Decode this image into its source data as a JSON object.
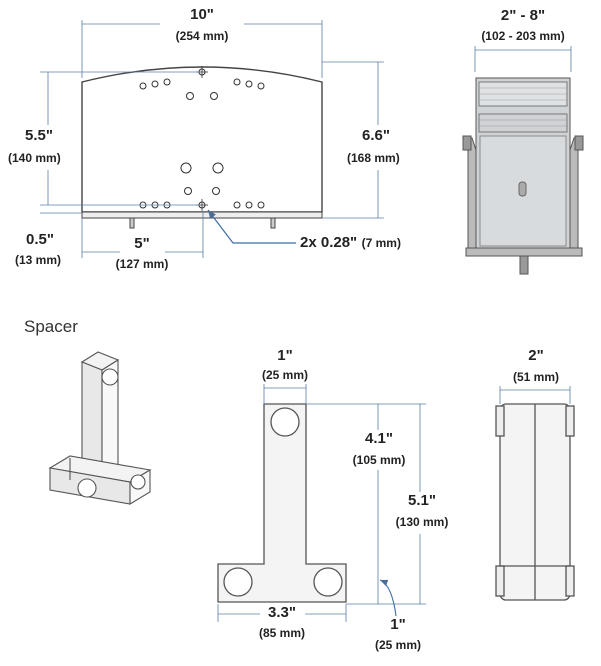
{
  "top_left": {
    "width_in": "10\"",
    "width_mm": "(254 mm)",
    "height_in": "5.5\"",
    "height_mm": "(140 mm)",
    "full_height_in": "6.6\"",
    "full_height_mm": "(168 mm)",
    "foot_in": "0.5\"",
    "foot_mm": "(13 mm)",
    "hole_spacing_in": "5\"",
    "hole_spacing_mm": "(127 mm)",
    "hole_size": "2x 0.28\"",
    "hole_size_mm": "(7 mm)"
  },
  "top_right": {
    "range_in": "2\" - 8\"",
    "range_mm": "(102 - 203 mm)"
  },
  "spacer": {
    "title": "Spacer",
    "top_width_in": "1\"",
    "top_width_mm": "(25 mm)",
    "upper_height_in": "4.1\"",
    "upper_height_mm": "(105 mm)",
    "total_height_in": "5.1\"",
    "total_height_mm": "(130 mm)",
    "base_width_in": "3.3\"",
    "base_width_mm": "(85 mm)",
    "base_height_in": "1\"",
    "base_height_mm": "(25 mm)",
    "depth_in": "2\"",
    "depth_mm": "(51 mm)"
  },
  "colors": {
    "line": "#4a4a4a",
    "dim": "#5a7fa8",
    "arrow": "#3d6ea8",
    "fill": "#f4f4f4"
  }
}
